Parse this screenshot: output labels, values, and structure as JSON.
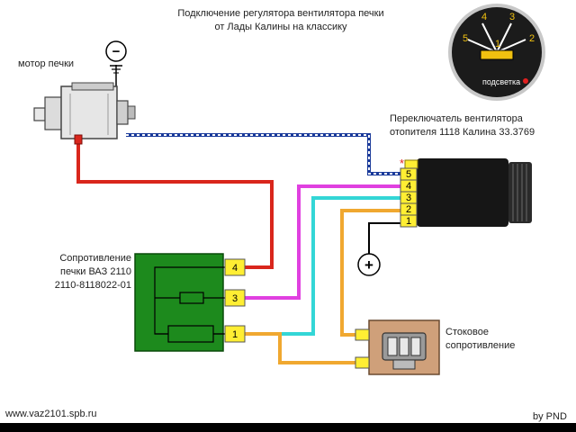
{
  "title": {
    "line1": "Подключение регулятора вентилятора печки",
    "line2": "от Лады Калины на классику"
  },
  "motor": {
    "label": "мотор печки"
  },
  "ground_symbol": "−",
  "plus_symbol": "+",
  "switch": {
    "label_line1": "Переключатель вентилятора",
    "label_line2": "отопителя 1118 Калина 33.3769",
    "pins": [
      "5",
      "4",
      "3",
      "2",
      "1"
    ],
    "star": "*"
  },
  "dial": {
    "positions": [
      "5",
      "4",
      "3",
      "2",
      "1"
    ],
    "backlight_label": "подсветка"
  },
  "resistor_block": {
    "label_line1": "Сопротивление",
    "label_line2": "печки ВАЗ 2110",
    "label_line3": "2110-8118022-01",
    "pins": [
      "4",
      "3",
      "1"
    ]
  },
  "stock_resistor": {
    "label_line1": "Стоковое",
    "label_line2": "сопротивление"
  },
  "footer": {
    "website": "www.vaz2101.spb.ru",
    "author": "by PND"
  },
  "colors": {
    "red": "#d9261c",
    "magenta": "#e040e0",
    "cyan": "#33d6d6",
    "orange": "#f0a830",
    "blue_dashed": "#1a3a9a",
    "block_green": "#1d8a1d",
    "pin_yellow": "#ffee33",
    "stock_resistor_fill": "#cfa07a",
    "background": "#ffffff"
  }
}
